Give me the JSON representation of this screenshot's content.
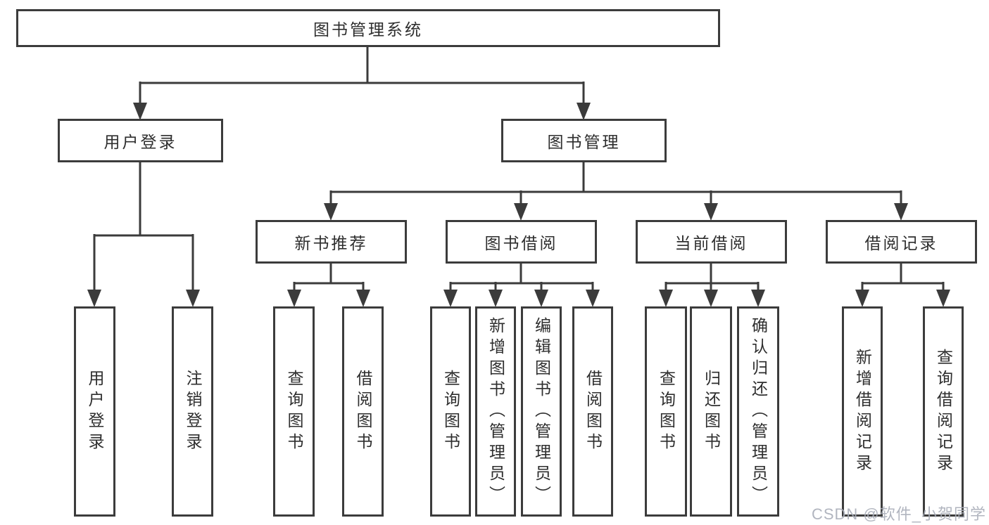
{
  "tree": {
    "label": "图书管理系统",
    "children": [
      {
        "label": "用户登录",
        "children": [
          {
            "label": "用户登录"
          },
          {
            "label": "注销登录"
          }
        ]
      },
      {
        "label": "图书管理",
        "children": [
          {
            "label": "新书推荐",
            "children": [
              {
                "label": "查询图书"
              },
              {
                "label": "借阅图书"
              }
            ]
          },
          {
            "label": "图书借阅",
            "children": [
              {
                "label": "查询图书"
              },
              {
                "label": "新增图书（管理员）"
              },
              {
                "label": "编辑图书（管理员）"
              },
              {
                "label": "借阅图书"
              }
            ]
          },
          {
            "label": "当前借阅",
            "children": [
              {
                "label": "查询图书"
              },
              {
                "label": "归还图书"
              },
              {
                "label": "确认归还（管理员）"
              }
            ]
          },
          {
            "label": "借阅记录",
            "children": [
              {
                "label": "新增借阅记录"
              },
              {
                "label": "查询借阅记录"
              }
            ]
          }
        ]
      }
    ]
  },
  "watermark": "CSDN @软件_小贺同学",
  "colors": {
    "line": "#3b3b3b",
    "text": "#2e2e2e",
    "box_background": "#ffffff",
    "watermark_text": "#a9aeb9"
  }
}
